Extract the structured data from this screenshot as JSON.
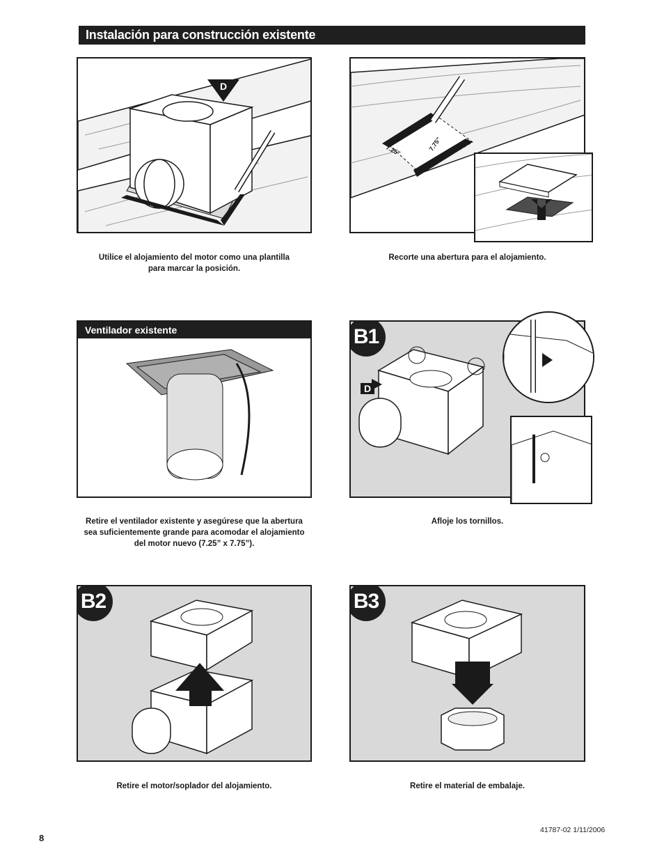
{
  "header": {
    "title": "Instalación para construcción existente"
  },
  "panels": {
    "mark": {
      "caption_line1": "Utilice el alojamiento del motor como una plantilla",
      "caption_line2": "para marcar la posición.",
      "marker": "D"
    },
    "cut": {
      "caption": "Recorte una abertura para el alojamiento.",
      "dim_width": "7.25\"",
      "dim_height": "7.75\""
    },
    "existing": {
      "header": "Ventilador existente",
      "caption_line1": "Retire el ventilador existente y asegúrese que la abertura",
      "caption_line2": "sea suficientemente grande para acomodar el alojamiento",
      "caption_line3": "del motor nuevo (7.25” x 7.75”)."
    },
    "b1": {
      "badge": "B1",
      "marker": "D",
      "caption": "Afloje los tornillos."
    },
    "b2": {
      "badge": "B2",
      "caption": "Retire el motor/soplador del alojamiento."
    },
    "b3": {
      "badge": "B3",
      "caption": "Retire el material de embalaje."
    }
  },
  "footer": {
    "page_number": "8",
    "doc_code": "41787-02  1/11/2006"
  },
  "colors": {
    "panel_bg": "#d9d9d9",
    "ink": "#1a1a1a",
    "header_bg": "#1f1f1f"
  }
}
